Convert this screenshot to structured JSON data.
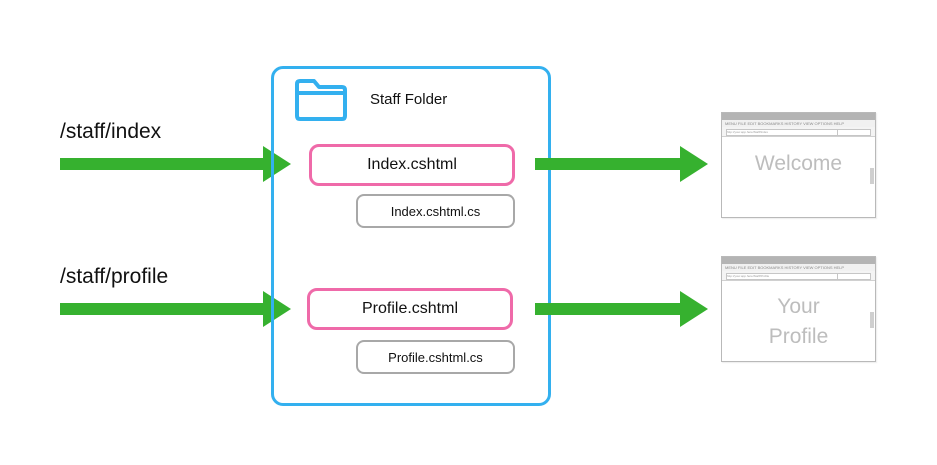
{
  "routes": [
    {
      "label": "/staff/index"
    },
    {
      "label": "/staff/profile"
    }
  ],
  "folder": {
    "title": "Staff Folder",
    "icon": "folder-icon",
    "color": "#33b0ef"
  },
  "files": {
    "index_page": "Index.cshtml",
    "index_code": "Index.cshtml.cs",
    "profile_page": "Profile.cshtml",
    "profile_code": "Profile.cshtml.cs"
  },
  "browsers": [
    {
      "menu": "MENU  FILE  EDIT  BOOKMARKS  HISTORY  VIEW  OPTIONS  HELP",
      "address": "http://your.app.here/Staff/Index",
      "content_line1": "Welcome",
      "content_line2": ""
    },
    {
      "menu": "MENU  FILE  EDIT  BOOKMARKS  HISTORY  VIEW  OPTIONS  HELP",
      "address": "http://your.app.here/Staff/Profile",
      "content_line1": "Your",
      "content_line2": "Profile"
    }
  ],
  "colors": {
    "arrow": "#36b12f",
    "page_border": "#ef6aa9",
    "code_border": "#a8a8a8",
    "folder_border": "#33b0ef"
  }
}
